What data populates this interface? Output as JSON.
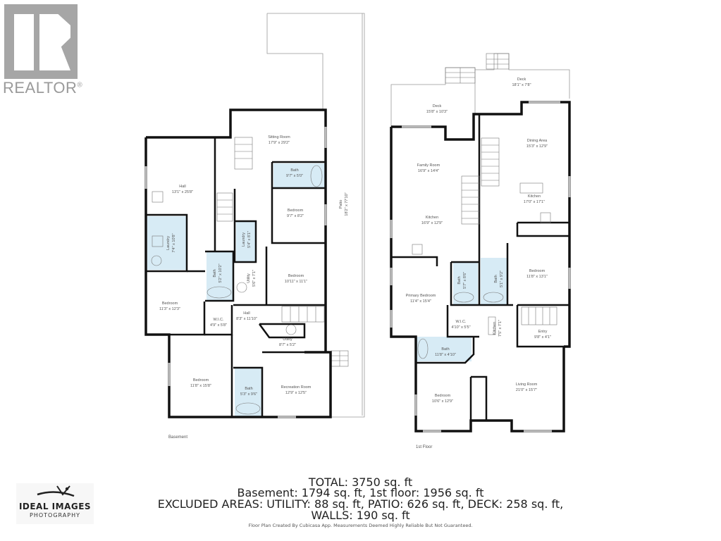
{
  "branding": {
    "realtor_text": "REALTOR",
    "realtor_mark": "®",
    "photographer_name": "IDEAL IMAGES",
    "photographer_sub": "PHOTOGRAPHY"
  },
  "colors": {
    "wall": "#111111",
    "bath_fill": "#d7ebf5",
    "realtor_gray": "#a6a6a6"
  },
  "basement": {
    "label": "Basement",
    "rooms": [
      {
        "name": "Sitting Room",
        "dims": "17'9\" x 29'2\""
      },
      {
        "name": "Hall",
        "dims": "13'1\" x 25'8\""
      },
      {
        "name": "Bath",
        "dims": "9'7\" x 5'0\""
      },
      {
        "name": "Bedroom",
        "dims": "9'7\" x 8'2\""
      },
      {
        "name": "Laundry",
        "dims": "7'4\" x 10'8\""
      },
      {
        "name": "Laundry",
        "dims": "5'4\" x 8'1\""
      },
      {
        "name": "Bath",
        "dims": "5'2\" x 10'2\""
      },
      {
        "name": "Utility",
        "dims": "5'6\" x 7'1\""
      },
      {
        "name": "Bedroom",
        "dims": "10'11\" x 11'1\""
      },
      {
        "name": "Bedroom",
        "dims": "11'3\" x 12'3\""
      },
      {
        "name": "W.I.C.",
        "dims": "4'9\" x 5'8\""
      },
      {
        "name": "Hall",
        "dims": "8'3\" x 11'10\""
      },
      {
        "name": "Utility",
        "dims": "8'7\" x 5'2\""
      },
      {
        "name": "Bedroom",
        "dims": "11'8\" x 15'8\""
      },
      {
        "name": "Bath",
        "dims": "5'3\" x 9'6\""
      },
      {
        "name": "Recreation Room",
        "dims": "12'9\" x 12'5\""
      },
      {
        "name": "Patio",
        "dims": "18'2\" x 77'10\""
      }
    ]
  },
  "first_floor": {
    "label": "1st Floor",
    "rooms": [
      {
        "name": "Deck",
        "dims": "15'8\" x 10'3\""
      },
      {
        "name": "Deck",
        "dims": "18'1\" x 7'8\""
      },
      {
        "name": "Dining Area",
        "dims": "15'3\" x 12'9\""
      },
      {
        "name": "Family Room",
        "dims": "16'9\" x 14'4\""
      },
      {
        "name": "Kitchen",
        "dims": "17'0\" x 17'1\""
      },
      {
        "name": "Kitchen",
        "dims": "16'9\" x 12'9\""
      },
      {
        "name": "Bedroom",
        "dims": "11'8\" x 13'1\""
      },
      {
        "name": "Bath",
        "dims": "5'7\" x 8'6\""
      },
      {
        "name": "Bath",
        "dims": "5'1\" x 9'2\""
      },
      {
        "name": "Primary Bedroom",
        "dims": "11'4\" x 15'4\""
      },
      {
        "name": "W.I.C.",
        "dims": "4'10\" x 5'5\""
      },
      {
        "name": "Kitchen",
        "dims": "7'5\" x 7'1\""
      },
      {
        "name": "Entry",
        "dims": "9'8\" x 4'1\""
      },
      {
        "name": "Bath",
        "dims": "11'8\" x 4'10\""
      },
      {
        "name": "Bedroom",
        "dims": "10'6\" x 12'9\""
      },
      {
        "name": "Living Room",
        "dims": "21'0\" x 15'7\""
      }
    ]
  },
  "summary": {
    "total": "TOTAL: 3750 sq. ft",
    "floors": "Basement: 1794 sq. ft, 1st floor: 1956 sq. ft",
    "excluded": "EXCLUDED AREAS: UTILITY: 88 sq. ft, PATIO: 626 sq. ft, DECK: 258 sq. ft,",
    "walls": "WALLS: 190 sq. ft",
    "disclaimer": "Floor Plan Created By Cubicasa App. Measurements Deemed Highly Reliable But Not Guaranteed."
  }
}
